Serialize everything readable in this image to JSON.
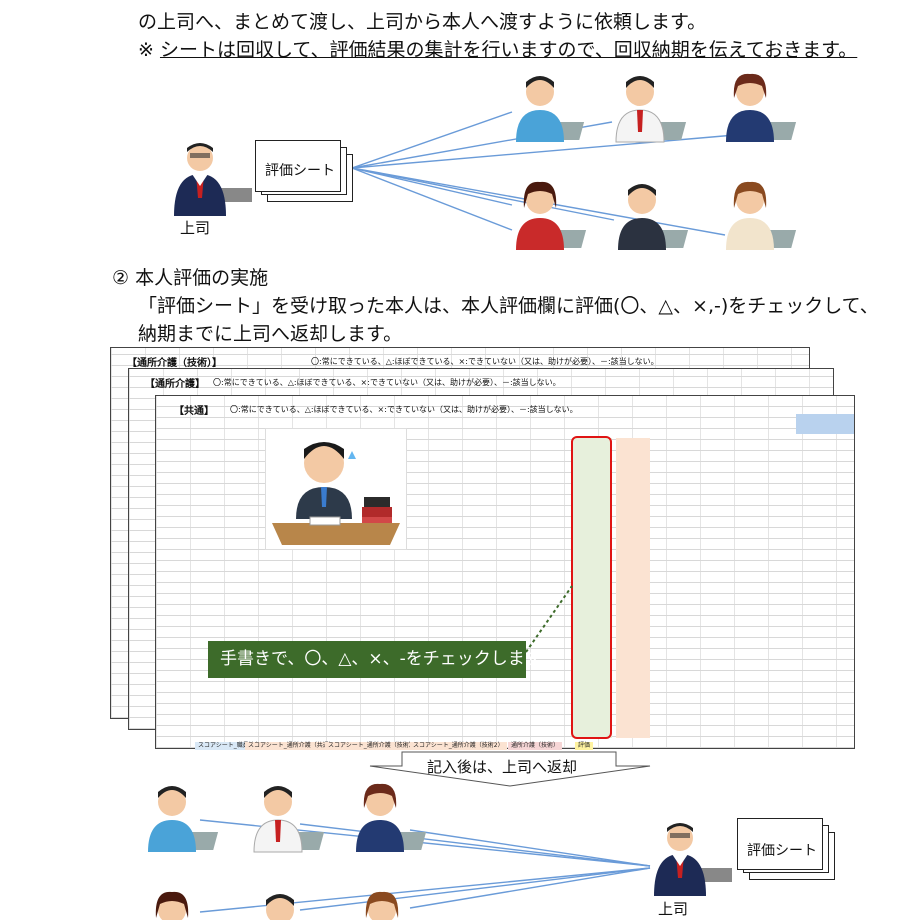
{
  "intro": {
    "line1": "の上司へ、まとめて渡し、上司から本人へ渡すように依頼します。",
    "note_mark": "※ ",
    "note": "シートは回収して、評価結果の集計を行いますので、回収納期を伝えておきます。"
  },
  "top_diagram": {
    "sheet_label": "評価シート",
    "boss_label": "上司"
  },
  "section2": {
    "heading": "② 本人評価の実施",
    "line1": "「評価シート」を受け取った本人は、本人評価欄に評価(〇、△、×,-)をチェックして、",
    "line2": "納期までに上司へ返却します。"
  },
  "spreadsheet": {
    "back_title": "【通所介護（技術）】",
    "mid_title": "【通所介護】",
    "front_title": "【共通】",
    "legend": "〇:常にできている、△:ほぼできている、×:できていない（又は、助けが必要）、－:該当しない。",
    "tabs": [
      "スコアシート_職員情報",
      "スコアシート_通所介護（共通）",
      "スコアシート_通所介護（技術）",
      "スコアシート_通所介護（技術2）",
      "通所介護（技術）",
      "評価"
    ]
  },
  "callout": {
    "text": "手書きで、〇、△、×、-をチェックします。"
  },
  "return_label": {
    "text": "記入後は、上司へ返却"
  },
  "bottom_diagram": {
    "sheet_label": "評価シート",
    "boss_label": "上司"
  },
  "colors": {
    "callout_bg": "#3d6b2a",
    "highlight": "#e01414",
    "arrow": "#6a9bd8"
  }
}
